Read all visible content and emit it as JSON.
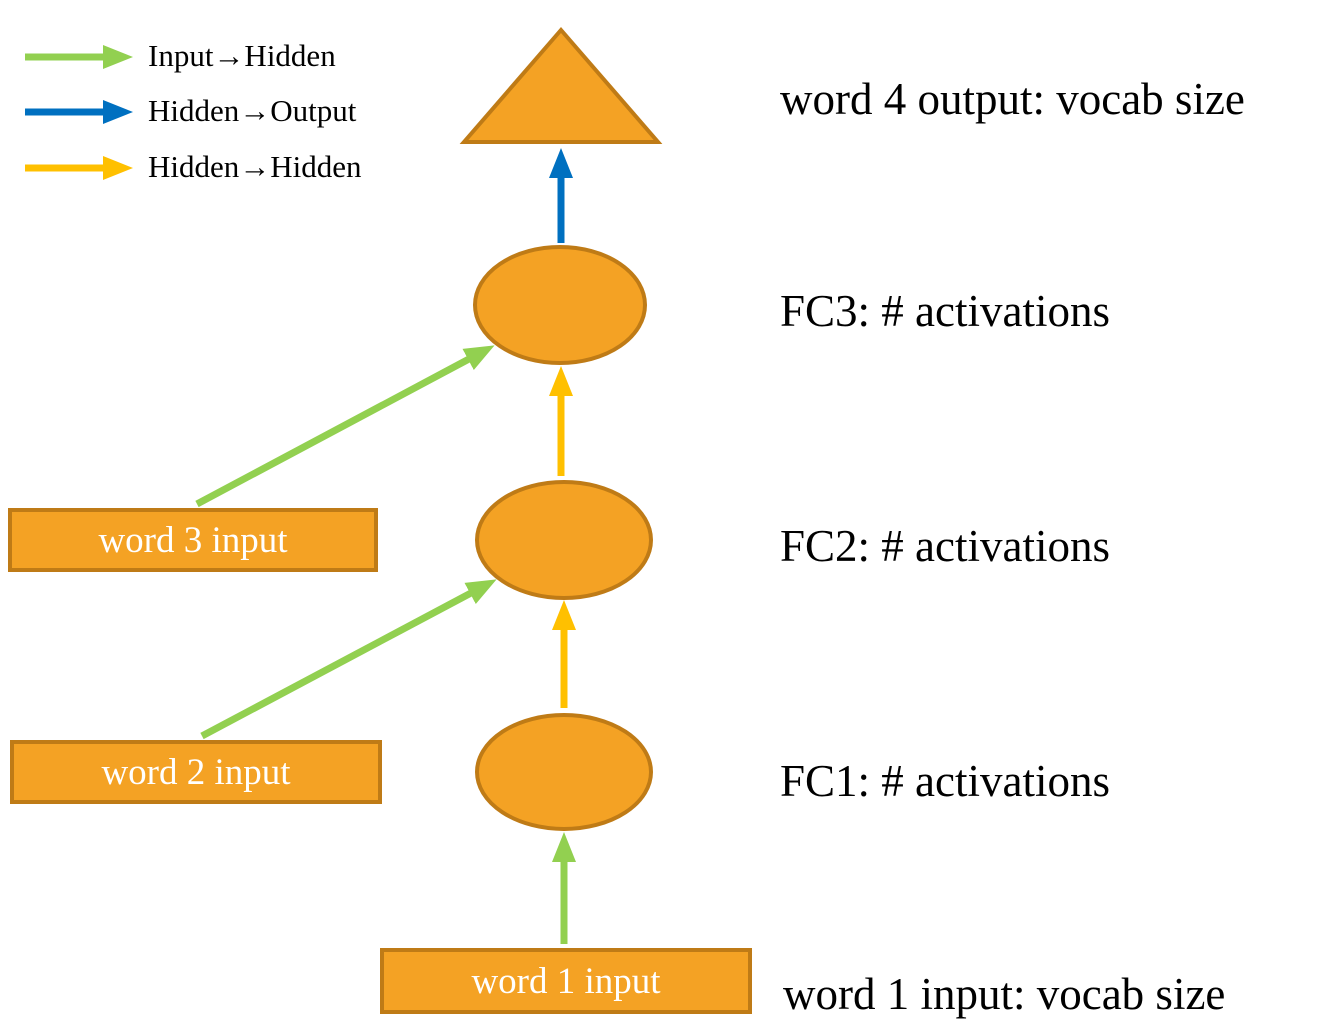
{
  "colors": {
    "node_fill": "#F4A224",
    "node_stroke": "#BF7B16",
    "input_hidden": "#92D050",
    "hidden_output": "#0070C0",
    "hidden_hidden": "#FFC000",
    "label_text": "#000000",
    "box_text": "#FFFFFF"
  },
  "legend": {
    "items": [
      {
        "id": "input-hidden",
        "label": "Input→Hidden"
      },
      {
        "id": "hidden-output",
        "label": "Hidden→Output"
      },
      {
        "id": "hidden-hidden",
        "label": "Hidden→Hidden"
      }
    ]
  },
  "inputs": {
    "word3": "word 3 input",
    "word2": "word 2 input",
    "word1": "word 1 input"
  },
  "annotations": {
    "output": "word 4 output: vocab size",
    "fc3": "FC3: # activations",
    "fc2": "FC2: # activations",
    "fc1": "FC1: # activations",
    "input": "word 1 input: vocab size"
  },
  "graph": {
    "nodes": [
      "word 1 input",
      "word 2 input",
      "word 3 input",
      "FC1",
      "FC2",
      "FC3",
      "word 4 output"
    ],
    "edges": [
      {
        "from": "word 1 input",
        "to": "FC1",
        "type": "Input→Hidden"
      },
      {
        "from": "word 2 input",
        "to": "FC2",
        "type": "Input→Hidden"
      },
      {
        "from": "word 3 input",
        "to": "FC3",
        "type": "Input→Hidden"
      },
      {
        "from": "FC1",
        "to": "FC2",
        "type": "Hidden→Hidden"
      },
      {
        "from": "FC2",
        "to": "FC3",
        "type": "Hidden→Hidden"
      },
      {
        "from": "FC3",
        "to": "word 4 output",
        "type": "Hidden→Output"
      }
    ]
  }
}
